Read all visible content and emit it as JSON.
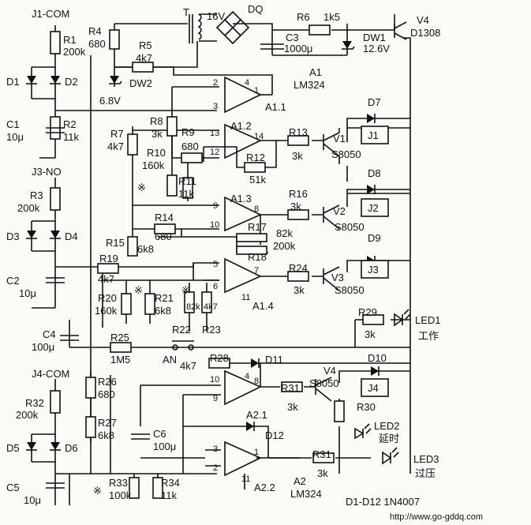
{
  "labels": {
    "j1": "J1-COM",
    "j3": "J3-NO",
    "j4": "J4-COM",
    "r1": "R1",
    "r1v": "200k",
    "r2": "R2",
    "r2v": "11k",
    "r3": "R3",
    "r3v": "200k",
    "r32": "R32",
    "r32v": "200k",
    "r4": "R4",
    "r4v": "680",
    "r5": "R5",
    "r5v": "4k7",
    "r6": "R6",
    "r6v": "1k5",
    "r7": "R7",
    "r7v": "4k7",
    "r8": "R8",
    "r8v": "3k",
    "r9": "R9",
    "r9v": "680",
    "r10": "R10",
    "r10v": "160k",
    "r11": "R11",
    "r11v": "11k",
    "r12": "R12",
    "r12v": "51k",
    "r13": "R13",
    "r13v": "3k",
    "r14": "R14",
    "r14v": "680",
    "r15": "R15",
    "r15v": "6k8",
    "r16": "R16",
    "r16v": "3k",
    "r17": "R17",
    "r17v": "82k",
    "r18": "R18",
    "r18v": "200k",
    "r19": "R19",
    "r19v": "4k7",
    "r20": "R20",
    "r20v": "160k",
    "r21": "R21",
    "r21v": "6k8",
    "r22": "R22",
    "r22v": "82k",
    "r23": "R23",
    "r23v": "4k7",
    "r24": "R24",
    "r24v": "3k",
    "r25": "R25",
    "r25v": "1M5",
    "r26": "R26",
    "r26v": "680",
    "r27": "R27",
    "r27v": "6k8",
    "r28": "R28",
    "r28v": "4k7",
    "r29": "R29",
    "r29v": "3k",
    "r30": "R30",
    "r31a": "R31",
    "r31av": "3k",
    "r31b": "R31",
    "r31bv": "3k",
    "r33": "R33",
    "r33v": "100k",
    "r34": "R34",
    "r34v": "11k",
    "c1": "C1",
    "c1v": "10μ",
    "c2": "C2",
    "c2v": "10μ",
    "c3": "C3",
    "c3v": "1000μ",
    "c4": "C4",
    "c4v": "100μ",
    "c5": "C5",
    "c5v": "10μ",
    "c6": "C6",
    "c6v": "100μ",
    "d1": "D1",
    "d2": "D2",
    "d3": "D3",
    "d4": "D4",
    "d5": "D5",
    "d6": "D6",
    "d7": "D7",
    "d8": "D8",
    "d9": "D9",
    "d10": "D10",
    "d11": "D11",
    "d12": "D12",
    "dw1": "DW1",
    "dw1v": "12.6V",
    "dw2": "DW2",
    "dw2v": "6.8V",
    "t": "T",
    "v16": "16V",
    "dq": "DQ",
    "v4top": "V4",
    "v4topv": "D1308",
    "v4": "V4",
    "v4v": "S8050",
    "v1": "V1",
    "v1v": "S8050",
    "v2": "V2",
    "v2v": "S8050",
    "v3": "V3",
    "v3v": "S8050",
    "j1r": "J1",
    "j2r": "J2",
    "j3r": "J3",
    "j4r": "J4",
    "a1": "A1",
    "a1v": "LM324",
    "a11": "A1.1",
    "a12": "A1.2",
    "a13": "A1.3",
    "a14": "A1.4",
    "a2": "A2",
    "a2v": "LM324",
    "a21": "A2.1",
    "a22": "A2.2",
    "led1": "LED1",
    "led1c": "工作",
    "led2": "LED2",
    "led2c": "延时",
    "led3": "LED3",
    "led3c": "过压",
    "an": "AN",
    "diodes": "D1-D12  1N4007",
    "mark": "※",
    "pins": [
      "2",
      "3",
      "1",
      "4",
      "13",
      "12",
      "14",
      "9",
      "10",
      "8",
      "5",
      "6",
      "7",
      "11",
      "10",
      "9",
      "8",
      "4",
      "3",
      "2",
      "1",
      "11"
    ],
    "url": "http://www.go-gddq.com"
  }
}
